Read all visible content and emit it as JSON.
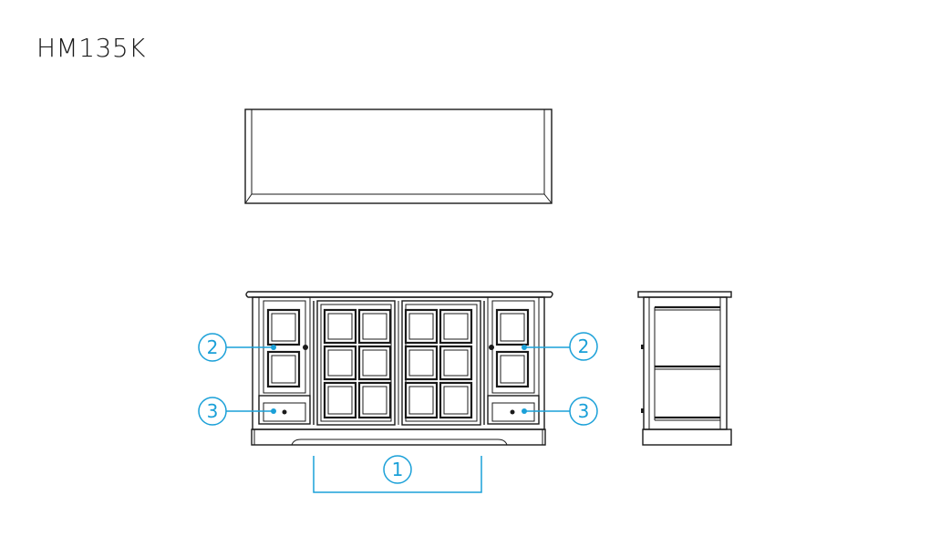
{
  "title": "HM135K",
  "colors": {
    "callout": "#1aa0d8",
    "line": "#1a1a1a"
  },
  "callouts": {
    "c1": "1",
    "c2_left": "2",
    "c2_right": "2",
    "c3_left": "3",
    "c3_right": "3"
  }
}
